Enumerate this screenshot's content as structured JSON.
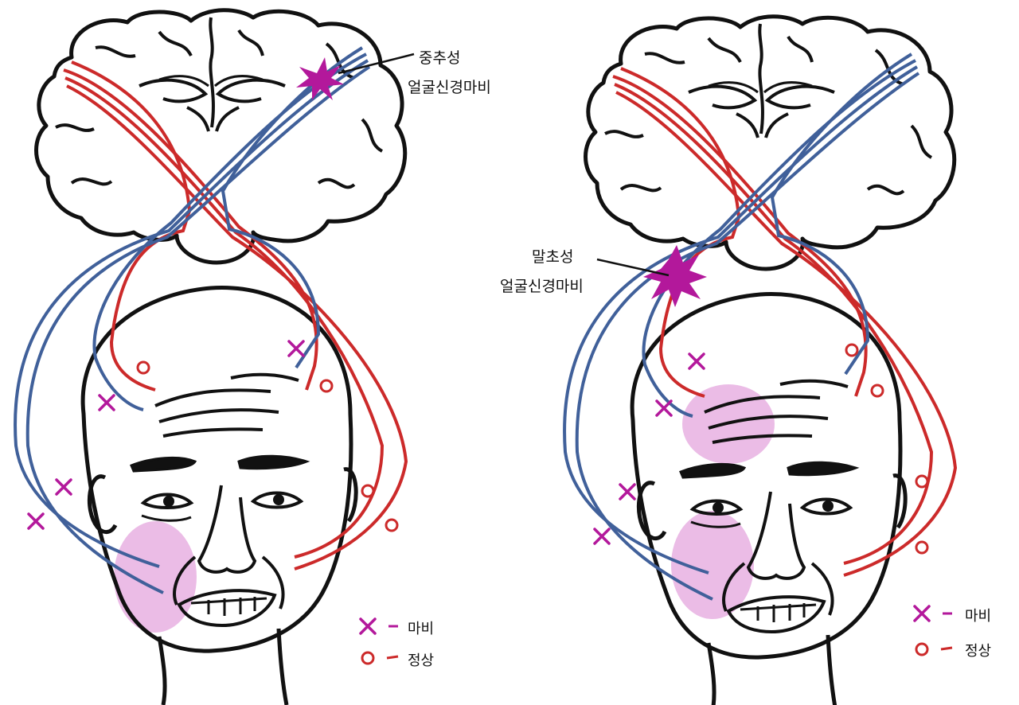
{
  "panels": [
    {
      "id": "left",
      "lesion_label_line1": "중추성",
      "lesion_label_line2": "얼굴신경마비",
      "legend_x_label": "마비",
      "legend_o_label": "정상"
    },
    {
      "id": "right",
      "lesion_label_line1": "말초성",
      "lesion_label_line2": "얼굴신경마비",
      "legend_x_label": "마비",
      "legend_o_label": "정상"
    }
  ],
  "colors": {
    "upper_pathway": "#cc2a2a",
    "lower_pathway": "#40609a",
    "lesion": "#b3189b",
    "paralysis_highlight": "#e4a6de",
    "outline": "#111111"
  }
}
